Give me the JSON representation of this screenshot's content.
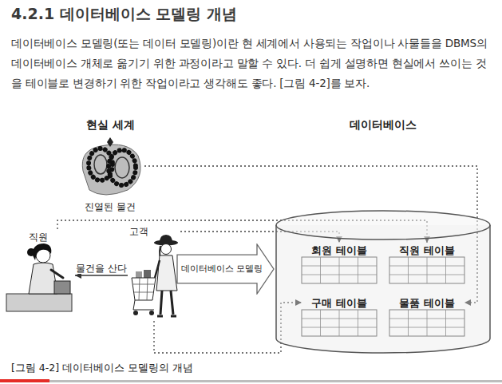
{
  "diagram": {
    "title": "4.2.1 데이터베이스 모델링 개념",
    "caption": "[그림 4-2] 데이터베이스 모델링의 개념",
    "nodes": [
      {
        "text": [
          "진열된 물건"
        ]
      },
      {
        "text": [
          "직원"
        ]
      },
      {
        "text": [
          "고객"
        ]
      },
      {
        "text": [
          "데이터베이스 모델링"
        ]
      },
      {
        "text": [
          "데이터베이스"
        ]
      },
      {
        "text": [
          "회원 테이블"
        ],
        "in": 4
      },
      {
        "text": [
          "직원 테이블"
        ],
        "in": 4
      },
      {
        "text": [
          "구매 테이블"
        ],
        "in": 4
      },
      {
        "text": [
          "물품 테이블"
        ],
        "in": 4
      }
    ],
    "edges": [
      {
        "from": 2,
        "to": 1,
        "label": "물건을 산다",
        "arrow": "to"
      },
      {
        "from": 0,
        "to": 8,
        "arrow": "to"
      },
      {
        "from": 1,
        "to": 6,
        "arrow": "to"
      },
      {
        "from": 2,
        "to": 5,
        "arrow": "to"
      },
      {
        "from": 2,
        "to": 7,
        "arrow": "to"
      }
    ],
    "labels": [
      "데이터베이스 모델링(또는 데이터 모델링)이란 현 세계에서 사용되는 작업이나 사물들을 DBMS의 데이터베이스 개체로 옮기기 위한 과정이라고 말할 수 있다. 더 쉽게 설명하면 현실에서 쓰이는 것을 테이블로 변경하기 위한 작업이라고 생각해도 좋다. [그림 4-2]를 보자.",
      "현실 세계"
    ]
  }
}
